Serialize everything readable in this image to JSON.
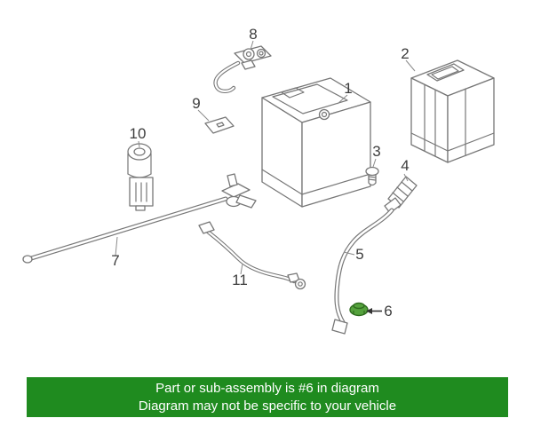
{
  "diagram": {
    "callouts": [
      {
        "id": "1"
      },
      {
        "id": "2"
      },
      {
        "id": "3"
      },
      {
        "id": "4"
      },
      {
        "id": "5"
      },
      {
        "id": "6"
      },
      {
        "id": "7"
      },
      {
        "id": "8"
      },
      {
        "id": "9"
      },
      {
        "id": "10"
      },
      {
        "id": "11"
      }
    ],
    "highlighted_callout": "6",
    "colors": {
      "line": "#777777",
      "callout_text": "#3c3c3c",
      "highlight_fill": "#55a23d",
      "highlight_stroke": "#2e6b1e"
    }
  },
  "banner": {
    "line1": "Part or sub-assembly is #6 in diagram",
    "line2": "Diagram may not be specific to your vehicle",
    "background_color": "#1f8b1f",
    "text_color": "#ffffff"
  }
}
